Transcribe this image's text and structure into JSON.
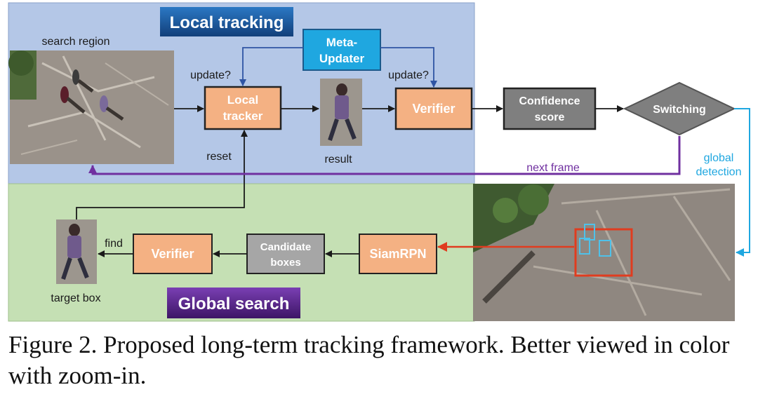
{
  "local_section": {
    "title": "Local tracking",
    "color": "#b4c7e7"
  },
  "global_section": {
    "title": "Global search",
    "color": "#c5e0b4"
  },
  "boxes": {
    "meta_updater": {
      "line1": "Meta-",
      "line2": "Updater",
      "color": "#1fa7e0"
    },
    "local_tracker": {
      "line1": "Local",
      "line2": "tracker",
      "color": "#f4b183"
    },
    "verifier_top": {
      "label": "Verifier",
      "color": "#f4b183"
    },
    "confidence": {
      "line1": "Confidence",
      "line2": "score",
      "color": "#7f7f7f"
    },
    "switching": {
      "label": "Switching",
      "color": "#7f7f7f"
    },
    "verifier_bottom": {
      "label": "Verifier",
      "color": "#f4b183"
    },
    "candidate": {
      "line1": "Candidate",
      "line2": "boxes",
      "color": "#a6a6a6"
    },
    "siamrpn": {
      "label": "SiamRPN",
      "color": "#f4b183"
    }
  },
  "labels": {
    "search_region": "search region",
    "update_left": "update?",
    "update_right": "update?",
    "reset": "reset",
    "result": "result",
    "next_frame": "next frame",
    "global": "global",
    "detection": "detection",
    "find": "find",
    "target_box": "target box"
  },
  "colors": {
    "next_frame_arrow": "#7030a0",
    "global_detection_arrow": "#1fa7e0",
    "meta_arrow": "#2f55a4",
    "red_arrow": "#e03c1f",
    "title_local": "#1f5fa8",
    "title_global": "#5b2d8f"
  },
  "caption": "Figure 2. Proposed long-term tracking framework. Better viewed in color with zoom-in."
}
